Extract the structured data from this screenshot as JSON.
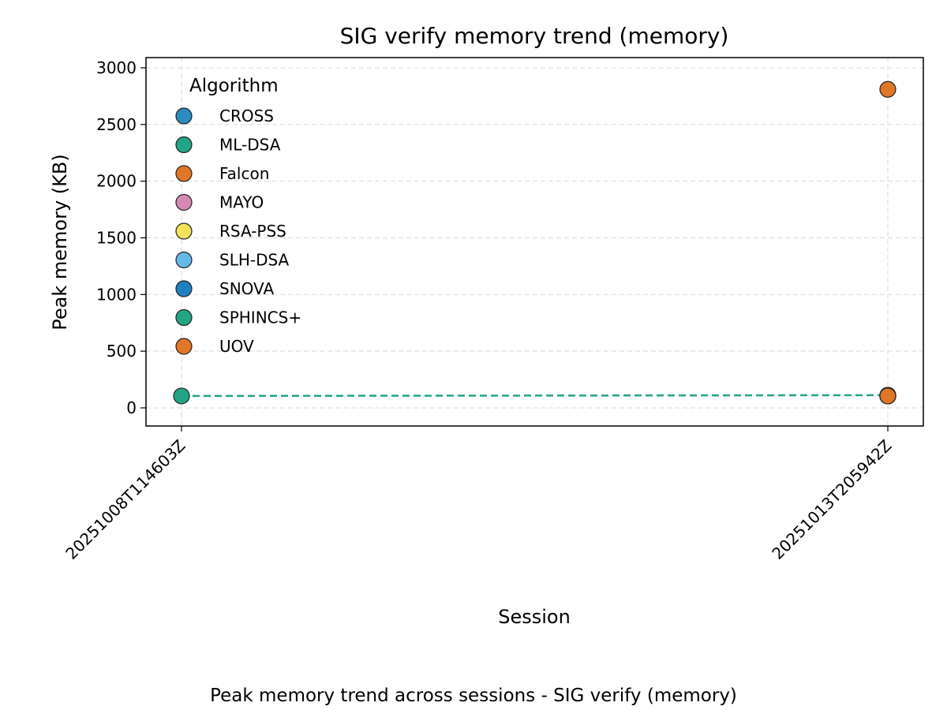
{
  "caption": "Peak memory trend across sessions - SIG verify (memory)",
  "chart_data": {
    "type": "line",
    "title": "SIG verify memory trend (memory)",
    "xlabel": "Session",
    "ylabel": "Peak memory (KB)",
    "categories": [
      "20251008T114603Z",
      "20251013T205942Z"
    ],
    "ylim": [
      -160,
      3090
    ],
    "yticks": [
      0,
      500,
      1000,
      1500,
      2000,
      2500,
      3000
    ],
    "grid": true,
    "legend": {
      "title": "Algorithm",
      "placement": "top-left"
    },
    "series": [
      {
        "name": "CROSS",
        "color": "#2b8cbe",
        "style": "dashed",
        "values": [
          null,
          105
        ]
      },
      {
        "name": "ML-DSA",
        "color": "#23a484",
        "style": "dashed",
        "values": [
          105,
          112
        ]
      },
      {
        "name": "Falcon",
        "color": "#e07628",
        "style": "dashed",
        "values": [
          null,
          2810
        ]
      },
      {
        "name": "MAYO",
        "color": "#d58ab4",
        "style": "dashed",
        "values": [
          null,
          105
        ]
      },
      {
        "name": "RSA-PSS",
        "color": "#f1e35a",
        "style": "dashed",
        "values": [
          null,
          105
        ]
      },
      {
        "name": "SLH-DSA",
        "color": "#66b8e8",
        "style": "dashed",
        "values": [
          null,
          105
        ]
      },
      {
        "name": "SNOVA",
        "color": "#1f80c0",
        "style": "dashed",
        "values": [
          null,
          105
        ]
      },
      {
        "name": "SPHINCS+",
        "color": "#23a484",
        "style": "dashed",
        "values": [
          null,
          105
        ]
      },
      {
        "name": "UOV",
        "color": "#e07628",
        "style": "dashed",
        "values": [
          null,
          105
        ]
      }
    ]
  }
}
